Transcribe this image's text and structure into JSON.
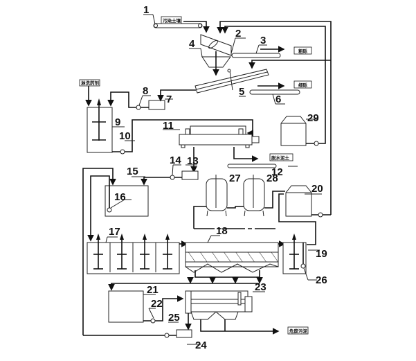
{
  "labels": {
    "polluted_soil": "污染土壤",
    "coarse_gravel": "粗砾",
    "fine_gravel": "细砾",
    "washing_agent": "淋洗药剂",
    "dewatered_soil": "脱水泥土",
    "hazardous_sludge": "危废污泥"
  },
  "numbers": {
    "n1": "1",
    "n2": "2",
    "n3": "3",
    "n4": "4",
    "n5": "5",
    "n6": "6",
    "n7": "7",
    "n8": "8",
    "n9": "9",
    "n10": "10",
    "n11": "11",
    "n12": "12",
    "n13": "13",
    "n14": "14",
    "n15": "15",
    "n16": "16",
    "n17": "17",
    "n18": "18",
    "n19": "19",
    "n20": "20",
    "n21": "21",
    "n22": "22",
    "n23": "23",
    "n24": "24",
    "n25": "25",
    "n26": "26",
    "n27": "27",
    "n28": "28",
    "n29": "29"
  }
}
